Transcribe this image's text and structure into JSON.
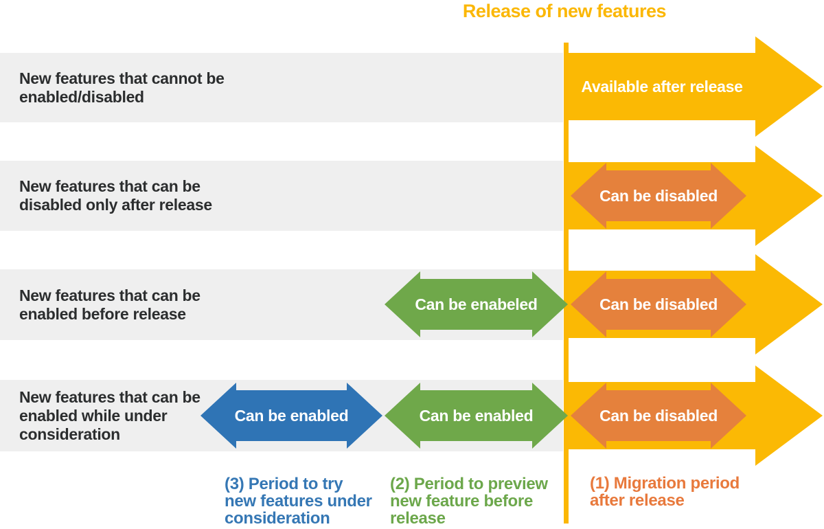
{
  "title": "Release of new features",
  "colors": {
    "yellow": "#FBB904",
    "orange": "#E5813C",
    "green": "#6FA84A",
    "blue": "#2F74B5",
    "band_gray": "#EFEFEF",
    "dark_text": "#2B2D2E",
    "arrow_text_white": "#FFFFFF",
    "legend_blue": "#3577B4",
    "legend_green": "#6CA74B",
    "legend_orange": "#E8793C"
  },
  "release_line": {
    "name": "release-timeline-divider"
  },
  "rows": [
    {
      "label": "New features that cannot be\nenabled/disabled",
      "yellow_arrow_text": "Available after release"
    },
    {
      "label": "New features that can be\ndisabled only after release",
      "orange_arrow_text": "Can be disabled"
    },
    {
      "label": "New features that can be\nenabled before release",
      "green_arrow_text": "Can be enabeled",
      "orange_arrow_text": "Can be disabled"
    },
    {
      "label": "New features that can be\n enabled while under\nconsideration",
      "blue_arrow_text": "Can be enabled",
      "green_arrow_text": "Can be enabled",
      "orange_arrow_text": "Can be disabled"
    }
  ],
  "legend": {
    "try": "(3) Period to try\n new features under\n consideration",
    "preview": "(2) Period to preview\nnew feature before\nrelease",
    "migration": "(1) Migration period\nafter release"
  }
}
